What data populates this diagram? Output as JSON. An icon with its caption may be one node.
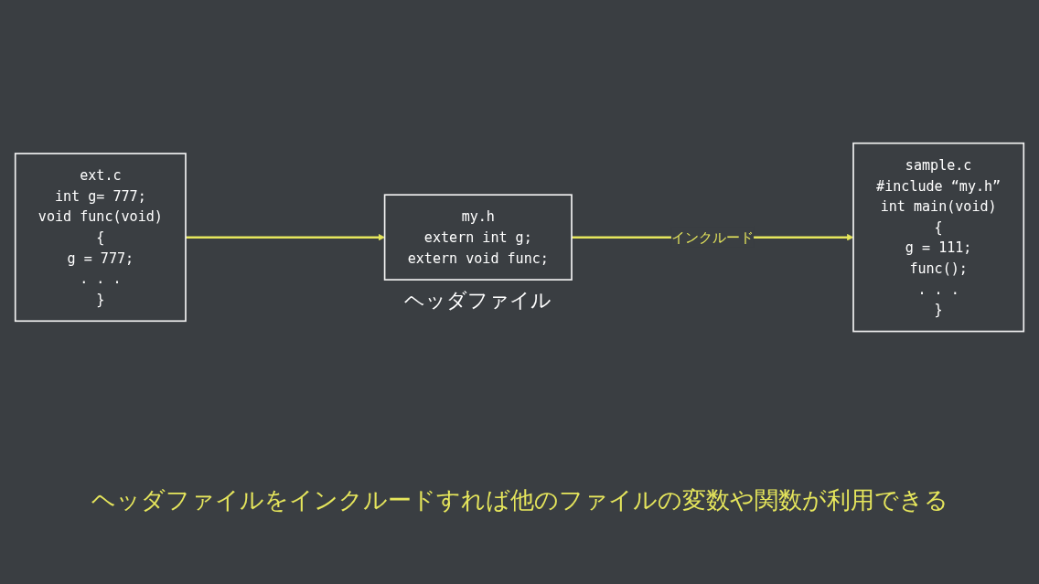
{
  "diagram": {
    "nodes": [
      {
        "text": [
          "my.h",
          "extern int g;",
          "extern void func;"
        ],
        "beside": [
          "ヘッダファイル"
        ]
      },
      {
        "text": [
          "ext.c",
          "int g= 777;",
          "void func(void)",
          "{",
          "g = 777;",
          ". . .",
          "}"
        ]
      },
      {
        "text": [
          "sample.c",
          "#include “my.h”",
          "int main(void)",
          "{",
          "g = 111;",
          "func();",
          ". . .",
          "}"
        ]
      }
    ],
    "edges": [
      {
        "from": 1,
        "to": 0,
        "arrow": "to"
      },
      {
        "from": 0,
        "to": 2,
        "arrow": "to",
        "label": "インクルード"
      }
    ],
    "labels": [
      "ヘッダファイルをインクルードすれば他のファイルの変数や関数が利用できる"
    ]
  }
}
